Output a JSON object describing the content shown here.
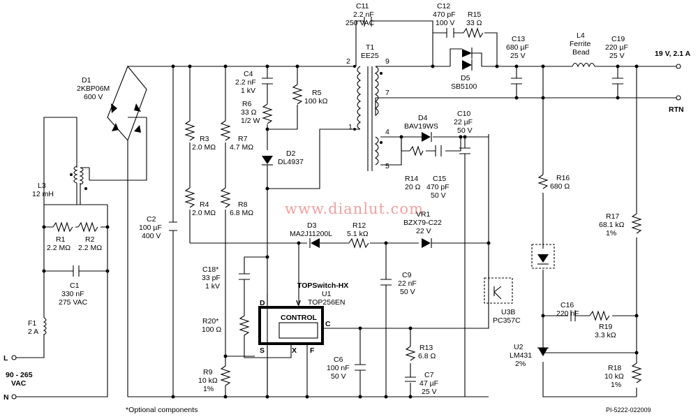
{
  "watermark": "www.dianlut.com",
  "inputs": {
    "line": "L",
    "neutral": "N",
    "range": "90 - 265",
    "unit": "VAC"
  },
  "f1": {
    "ref": "F1",
    "val": "2 A"
  },
  "c1": {
    "ref": "C1",
    "v1": "330 nF",
    "v2": "275 VAC"
  },
  "r1": {
    "ref": "R1",
    "val": "2.2 MΩ"
  },
  "r2": {
    "ref": "R2",
    "val": "2.2 MΩ"
  },
  "l3": {
    "ref": "L3",
    "val": "12 mH"
  },
  "d1": {
    "ref": "D1",
    "v1": "2KBP06M",
    "v2": "600 V"
  },
  "c2": {
    "ref": "C2",
    "v1": "100 µF",
    "v2": "400 V"
  },
  "r3": {
    "ref": "R3",
    "val": "2.0 MΩ"
  },
  "r4": {
    "ref": "R4",
    "val": "2.0 MΩ"
  },
  "r7": {
    "ref": "R7",
    "val": "4.7 MΩ"
  },
  "r8": {
    "ref": "R8",
    "val": "6.8 MΩ"
  },
  "c4": {
    "ref": "C4",
    "v1": "2.2 nF",
    "v2": "1 kV"
  },
  "r6": {
    "ref": "R6",
    "v1": "33 Ω",
    "v2": "1/2 W"
  },
  "r5": {
    "ref": "R5",
    "val": "100 kΩ"
  },
  "d2": {
    "ref": "D2",
    "val": "DL4937"
  },
  "c11": {
    "ref": "C11",
    "v1": "2.2 nF",
    "v2": "250 VAC"
  },
  "t1": {
    "ref": "T1",
    "val": "EE25",
    "p2": "2",
    "p1": "1",
    "p9": "9",
    "p7": "7",
    "p4": "4",
    "p5": "5"
  },
  "c12": {
    "ref": "C12",
    "v1": "470 pF",
    "v2": "100 V"
  },
  "r15": {
    "ref": "R15",
    "val": "33 Ω"
  },
  "d5": {
    "ref": "D5",
    "val": "SB5100"
  },
  "c13": {
    "ref": "C13",
    "v1": "680 µF",
    "v2": "25 V"
  },
  "l4": {
    "ref": "L4",
    "v1": "Ferrite",
    "v2": "Bead"
  },
  "c19": {
    "ref": "C19",
    "v1": "220 µF",
    "v2": "25 V"
  },
  "out": {
    "v": "19 V, 2.1 A",
    "rtn": "RTN"
  },
  "d4": {
    "ref": "D4",
    "val": "BAV19WS"
  },
  "c10": {
    "ref": "C10",
    "v1": "22 µF",
    "v2": "50 V"
  },
  "r14": {
    "ref": "R14",
    "val": "20 Ω"
  },
  "c15": {
    "ref": "C15",
    "v1": "470 pF",
    "v2": "50 V"
  },
  "d3": {
    "ref": "D3",
    "val": "MA2J11200L"
  },
  "r12": {
    "ref": "R12",
    "val": "5.1 kΩ"
  },
  "vr1": {
    "ref": "VR1",
    "v1": "BZX79-C22",
    "v2": "22 V"
  },
  "r16": {
    "ref": "R16",
    "val": "680 Ω"
  },
  "r17": {
    "ref": "R17",
    "v1": "68.1 kΩ",
    "v2": "1%"
  },
  "c18": {
    "ref": "C18*",
    "v1": "33 pF",
    "v2": "1 kV"
  },
  "r20": {
    "ref": "R20*",
    "val": "100 Ω"
  },
  "u1": {
    "title": "TOPSwitch-HX",
    "ref": "U1",
    "val": "TOP256EN",
    "control": "CONTROL",
    "d": "D",
    "v": "V",
    "c": "C",
    "s": "S",
    "x": "X",
    "f": "F"
  },
  "c9": {
    "ref": "C9",
    "v1": "22 nF",
    "v2": "50 V"
  },
  "u3b": {
    "ref": "U3B",
    "val": "PC357C"
  },
  "c16": {
    "ref": "C16",
    "val": "220 nF"
  },
  "r19": {
    "ref": "R19",
    "val": "3.3 kΩ"
  },
  "u2": {
    "ref": "U2",
    "v1": "LM431",
    "v2": "2%"
  },
  "r9": {
    "ref": "R9",
    "v1": "10 kΩ",
    "v2": "1%"
  },
  "c6": {
    "ref": "C6",
    "v1": "100 nF",
    "v2": "50 V"
  },
  "r13": {
    "ref": "R13",
    "val": "6.8 Ω"
  },
  "c7": {
    "ref": "C7",
    "v1": "47 µF",
    "v2": "25 V"
  },
  "r18": {
    "ref": "R18",
    "v1": "10 kΩ",
    "v2": "1%"
  },
  "note": "*Optional components",
  "docid": "PI-5222-022009"
}
